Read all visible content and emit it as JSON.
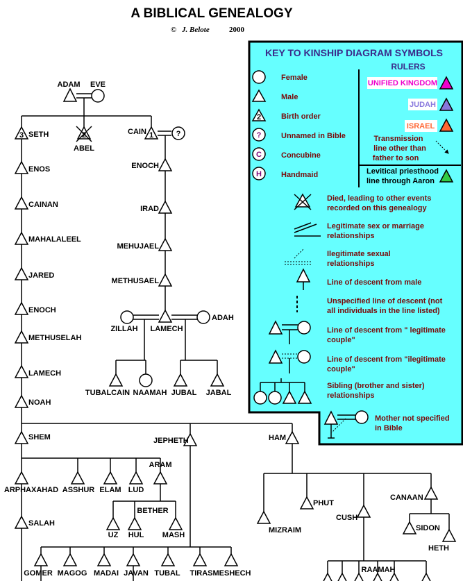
{
  "header": {
    "title": "A BIBLICAL GENEALOGY",
    "copyright": "©",
    "author_mark": "J. Belote",
    "year": "2000"
  },
  "key": {
    "heading": "KEY TO KINSHIP DIAGRAM SYMBOLS",
    "female": "Female",
    "male": "Male",
    "birth_order": "Birth order",
    "birth_order_sample": "2",
    "unnamed": "Unnamed in Bible",
    "unnamed_sample": "?",
    "concubine": "Concubine",
    "concubine_sample": "C",
    "handmaid": "Handmaid",
    "handmaid_sample": "H",
    "rulers_title": "RULERS",
    "unified": "UNIFIED KINGDOM",
    "judah": "JUDAH",
    "israel": "ISRAEL",
    "transmission": [
      "Transmission",
      "line other than",
      "father to son"
    ],
    "levitical": [
      "Levitical priesthood",
      "line through Aaron"
    ],
    "died": [
      "Died, leading to other events",
      "recorded on this genealogy"
    ],
    "legit_sex": [
      "Legitimate  sex or marriage",
      "relationships"
    ],
    "illegit_sex": [
      "Ilegitimate  sexual",
      "relationships"
    ],
    "descent_male": "Line of descent from male",
    "unspecified": [
      "Unspecified line of descent (not",
      "all individuals in the line listed)"
    ],
    "legit_couple": [
      "Line of descent from \" legitimate",
      "couple\""
    ],
    "illegit_couple": [
      "Line of descent from \"ilegitimate",
      "couple\""
    ],
    "sibling": [
      "Sibling (brother and sister)",
      "relationships"
    ],
    "mother": [
      "Mother not specified",
      "in Bible"
    ]
  },
  "people": {
    "adam": "ADAM",
    "eve": "EVE",
    "seth": "SETH",
    "seth_order": "3",
    "abel": "ABEL",
    "abel_order": "2",
    "cain": "CAIN",
    "cain_order": "1",
    "cain_wife": "?",
    "enos": "ENOS",
    "cainan": "CAINAN",
    "mahalaleel": "MAHALALEEL",
    "jared": "JARED",
    "enoch_seth": "ENOCH",
    "methuselah": "METHUSELAH",
    "lamech_seth": "LAMECH",
    "noah": "NOAH",
    "enoch_cain": "ENOCH",
    "irad": "IRAD",
    "mehujael": "MEHUJAEL",
    "methusael": "METHUSAEL",
    "zillah": "ZILLAH",
    "lamech_cain": "LAMECH",
    "adah": "ADAH",
    "tubalcain": "TUBALCAIN",
    "naamah": "NAAMAH",
    "jubal": "JUBAL",
    "jabal": "JABAL",
    "shem": "SHEM",
    "jepheth": "JEPHETH",
    "ham": "HAM",
    "arphaxahad": "ARPHAXAHAD",
    "asshur": "ASSHUR",
    "elam": "ELAM",
    "lud": "LUD",
    "aram": "ARAM",
    "bether": "BETHER",
    "uz": "UZ",
    "hul": "HUL",
    "mash": "MASH",
    "salah": "SALAH",
    "gomer": "GOMER",
    "magog": "MAGOG",
    "madai": "MADAI",
    "javan": "JAVAN",
    "tubal": "TUBAL",
    "tiras": "TIRAS",
    "meshech": "MESHECH",
    "mizraim": "MIZRAIM",
    "phut": "PHUT",
    "cush": "CUSH",
    "canaan": "CANAAN",
    "sidon": "SIDON",
    "heth": "HETH",
    "raamah": "RAAMAH"
  },
  "colors": {
    "key_bg": "#66ffff",
    "unified": "#ee00cc",
    "judah": "#8877dd",
    "israel": "#ff6633",
    "levitical": "#33cc44",
    "key_text": "#7a0a0a",
    "key_heading": "#3b2a8a"
  }
}
